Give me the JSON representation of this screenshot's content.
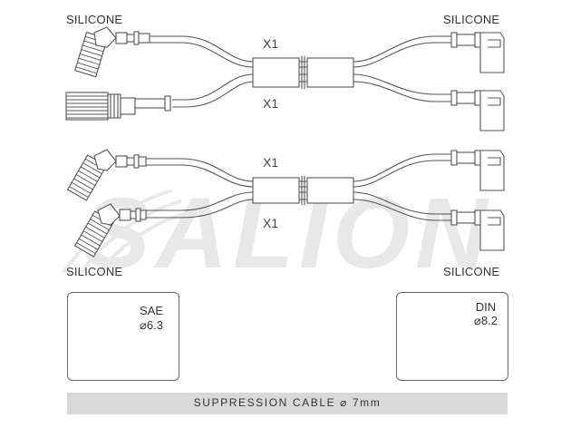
{
  "labels": {
    "top_left": "SILICONE",
    "top_right": "SILICONE",
    "bottom_left": "SILICONE",
    "bottom_right": "SILICONE"
  },
  "multipliers": [
    "X1",
    "X1",
    "X1",
    "X1"
  ],
  "sae_box": {
    "title": "SAE",
    "diameter": "⌀6.3"
  },
  "din_box": {
    "title": "DIN",
    "diameter": "⌀8.2"
  },
  "footer": {
    "text": "SUPPRESSION CABLE   ⌀   7mm"
  },
  "watermark": {
    "text": "SALION",
    "color": "#d6d6d6"
  }
}
